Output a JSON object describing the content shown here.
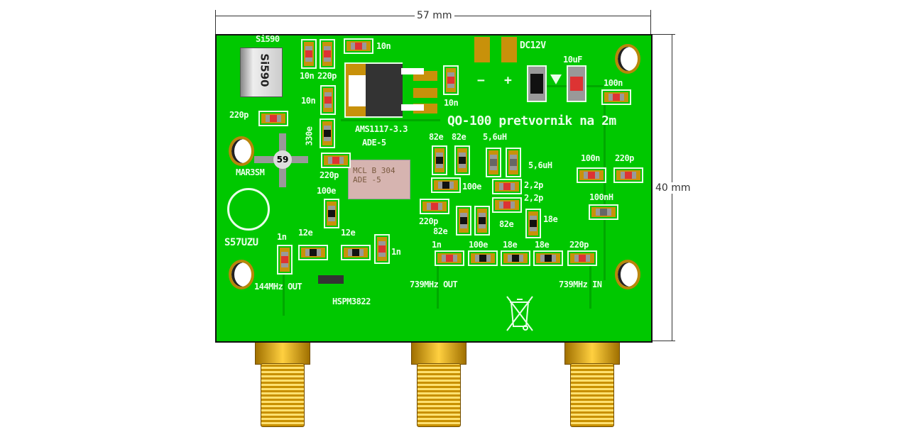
{
  "dimensions": {
    "width": "57 mm",
    "height": "40 mm"
  },
  "labels": [
    "Si590",
    "10n",
    "220p",
    "10n",
    "10n",
    "220p",
    "330e",
    "AMS1117-3.3",
    "ADE-5",
    "MAR3SM",
    "220p",
    "S57UZU",
    "100e",
    "1n",
    "12e",
    "12e",
    "1n",
    "144MHz OUT",
    "HSPM3822",
    "739MHz OUT",
    "739MHz IN",
    "DC12V",
    "10uF",
    "100n",
    "10n",
    "QO-100 pretvornik na 2m",
    "82e",
    "82e",
    "5,6uH",
    "5,6uH",
    "100n",
    "220p",
    "100e",
    "2,2p",
    "2,2p",
    "100nH",
    "18e",
    "220p",
    "82e",
    "82e",
    "1n",
    "100e",
    "18e",
    "18e",
    "220p",
    "−",
    "+"
  ],
  "chip_marks": {
    "oscillator": "Si590",
    "mar": "59",
    "mixer_line1": "MCL B 304",
    "mixer_line2": "ADE -5"
  }
}
